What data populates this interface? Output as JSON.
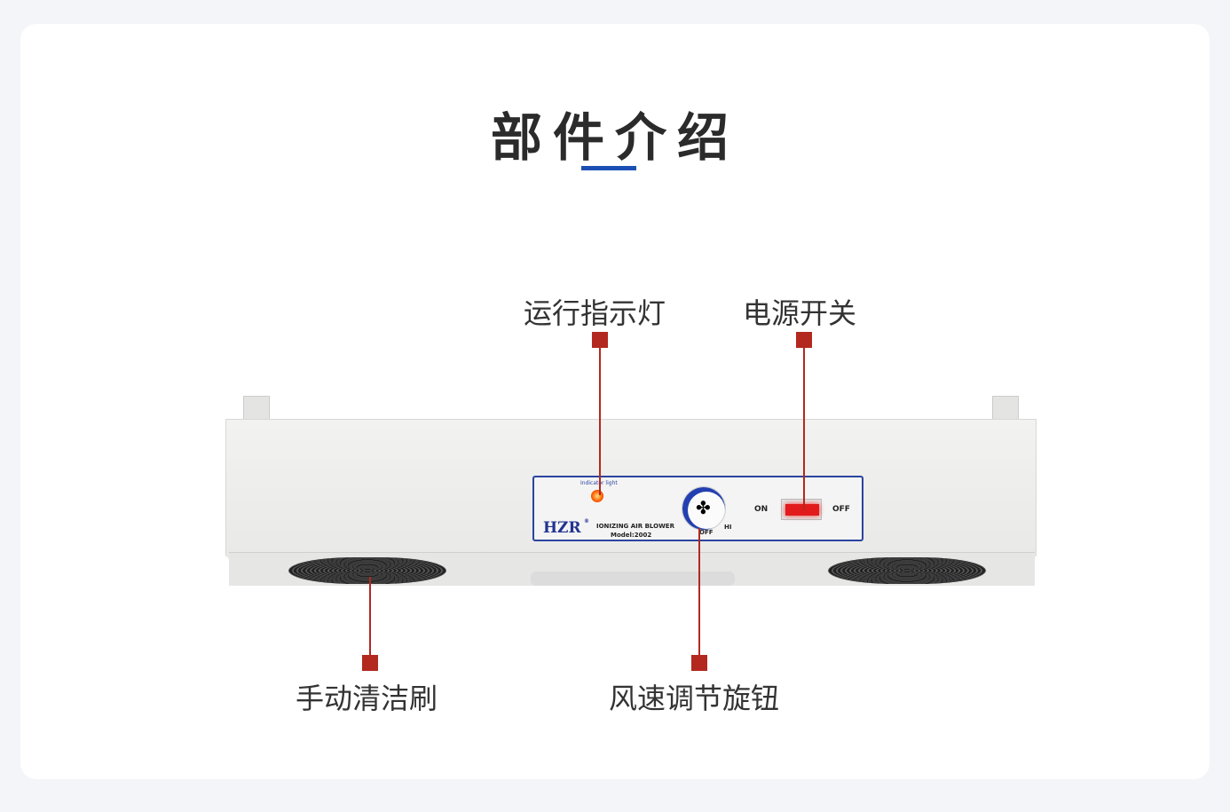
{
  "title": "部件介绍",
  "accent": "#1b4fb3",
  "callout_color": "#b3281f",
  "callouts": {
    "indicator": "运行指示灯",
    "power": "电源开关",
    "brush": "手动清洁刷",
    "knob": "风速调节旋钮"
  },
  "panel": {
    "brand": "HZR",
    "reg": "®",
    "indicator": "Indicator  light",
    "product": "IONIZING AIR BLOWER",
    "model": "Model:2002",
    "on": "ON",
    "off": "OFF",
    "knob_off": "OFF",
    "knob_hi": "HI"
  }
}
